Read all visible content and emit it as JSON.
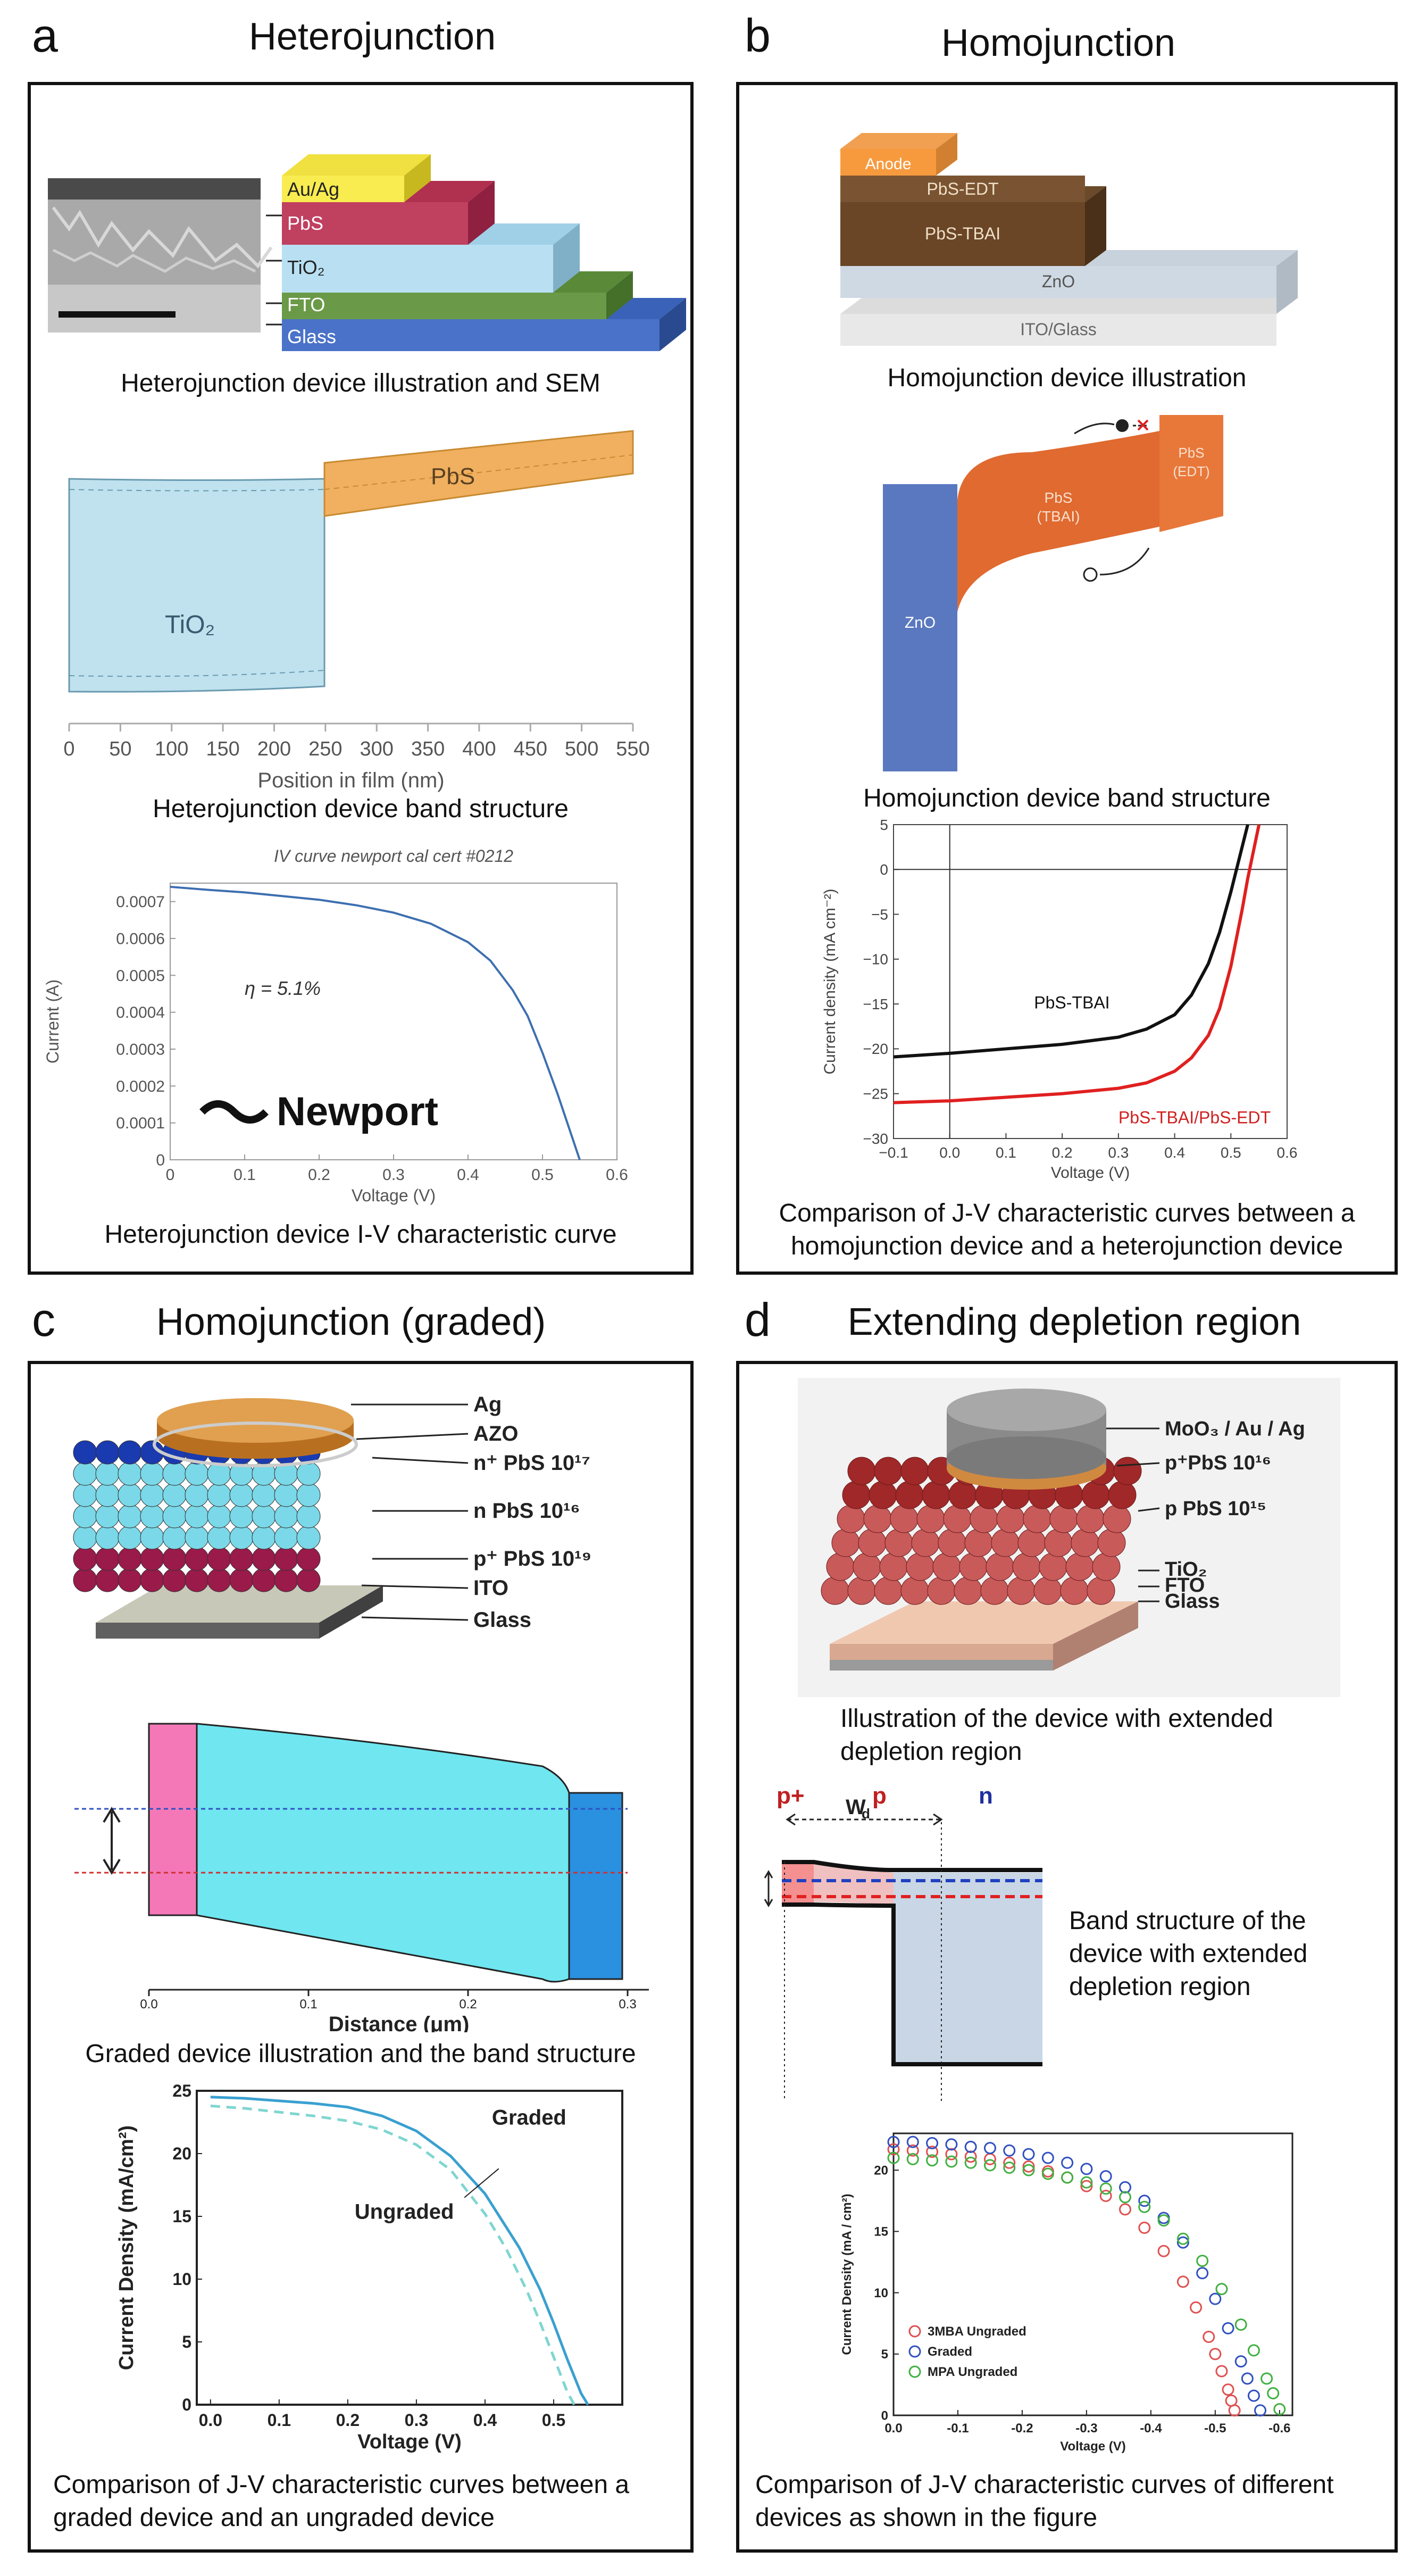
{
  "panels": {
    "a": {
      "letter": "a",
      "title": "Heterojunction",
      "layers": [
        "Au/Ag",
        "PbS",
        "TiO₂",
        "FTO",
        "Glass"
      ],
      "cap1": "Heterojunction device illustration and SEM",
      "band": {
        "pbs": "PbS",
        "tio2": "TiO₂",
        "xlabel": "Position in film (nm)",
        "ticks": [
          "0",
          "50",
          "100",
          "150",
          "200",
          "250",
          "300",
          "350",
          "400",
          "450",
          "500",
          "550"
        ]
      },
      "cap2": "Heterojunction device band structure",
      "iv_title": "IV curve newport cal cert #0212",
      "eta": "η = 5.1%",
      "logo": "Newport",
      "cap3": "Heterojunction device I-V characteristic curve"
    },
    "b": {
      "letter": "b",
      "title": "Homojunction",
      "layers": [
        "Anode",
        "PbS-EDT",
        "PbS-TBAI",
        "ZnO",
        "ITO/Glass"
      ],
      "cap1": "Homojunction device illustration",
      "band": {
        "zno": "ZnO",
        "pbs_tbai_1": "PbS",
        "pbs_tbai_2": "(TBAI)",
        "pbs_edt_1": "PbS",
        "pbs_edt_2": "(EDT)"
      },
      "cap2": "Homojunction device band structure",
      "cap3_1": "Comparison of J-V characteristic curves between a",
      "cap3_2": "homojunction device and a heterojunction device"
    },
    "c": {
      "letter": "c",
      "title": "Homojunction (graded)",
      "layers": [
        "Ag",
        "AZO",
        "n⁺ PbS 10¹⁷",
        "n PbS 10¹⁶",
        "p⁺ PbS 10¹⁹",
        "ITO",
        "Glass"
      ],
      "band": {
        "xlabel": "Distance (μm)",
        "ticks": [
          "0.0",
          "0.1",
          "0.2",
          "0.3"
        ]
      },
      "cap1": "Graded device illustration and the band structure",
      "cap2_1": "Comparison of J-V characteristic curves between a",
      "cap2_2": "graded device and an ungraded device"
    },
    "d": {
      "letter": "d",
      "title": "Extending depletion region",
      "layers": [
        "MoO₃ / Au / Ag",
        "p⁺PbS 10¹⁶",
        "p PbS 10¹⁵",
        "TiO₂",
        "FTO",
        "Glass"
      ],
      "cap1_1": "Illustration of the device with extended",
      "cap1_2": "depletion region",
      "band": {
        "pp": "p+",
        "p": "p",
        "n": "n",
        "wd": "W",
        "wd_sub": "d"
      },
      "cap2_1": "Band structure of the",
      "cap2_2": "device with extended",
      "cap2_3": "depletion region",
      "cap3_1": "Comparison of J-V characteristic curves of different",
      "cap3_2": "devices as shown in the figure"
    }
  },
  "chart_data": [
    {
      "type": "line",
      "panel": "a",
      "title": "IV curve newport cal cert #0212",
      "xlabel": "Voltage (V)",
      "ylabel": "Current (A)",
      "xlim": [
        0,
        0.6
      ],
      "ylim": [
        0,
        0.00075
      ],
      "xticks": [
        0,
        0.1,
        0.2,
        0.3,
        0.4,
        0.5,
        0.6
      ],
      "xtick_labels": [
        "0",
        "0.1",
        "0.2",
        "0.3",
        "0.4",
        "0.5",
        "0.6"
      ],
      "yticks": [
        0,
        0.0001,
        0.0002,
        0.0003,
        0.0004,
        0.0005,
        0.0006,
        0.0007
      ],
      "ytick_labels": [
        "0",
        "0.0001",
        "0.0002",
        "0.0003",
        "0.0004",
        "0.0005",
        "0.0006",
        "0.0007"
      ],
      "series": [
        {
          "color": "#3d6fb0",
          "x": [
            0,
            0.05,
            0.1,
            0.15,
            0.2,
            0.25,
            0.3,
            0.35,
            0.4,
            0.43,
            0.46,
            0.48,
            0.5,
            0.52,
            0.54,
            0.55
          ],
          "y": [
            0.00074,
            0.000732,
            0.000725,
            0.000715,
            0.000705,
            0.00069,
            0.00067,
            0.00064,
            0.00059,
            0.00054,
            0.00046,
            0.00039,
            0.00029,
            0.00018,
            6e-05,
            0
          ]
        }
      ]
    },
    {
      "type": "line",
      "panel": "b",
      "xlabel": "Voltage (V)",
      "ylabel": "Current density (mA cm⁻²)",
      "xlim": [
        -0.1,
        0.6
      ],
      "ylim": [
        -30,
        5
      ],
      "xticks": [
        -0.1,
        0,
        0.1,
        0.2,
        0.3,
        0.4,
        0.5,
        0.6
      ],
      "xtick_labels": [
        "−0.1",
        "0.0",
        "0.1",
        "0.2",
        "0.3",
        "0.4",
        "0.5",
        "0.6"
      ],
      "yticks": [
        5,
        0,
        -5,
        -10,
        -15,
        -20,
        -25,
        -30
      ],
      "ytick_labels": [
        "5",
        "0",
        "−5",
        "−10",
        "−15",
        "−20",
        "−25",
        "−30"
      ],
      "series": [
        {
          "name": "PbS-TBAI",
          "color": "#111111",
          "x": [
            -0.1,
            0,
            0.1,
            0.2,
            0.3,
            0.35,
            0.4,
            0.43,
            0.46,
            0.48,
            0.5,
            0.51,
            0.52,
            0.53
          ],
          "y": [
            -20.9,
            -20.5,
            -20.0,
            -19.5,
            -18.7,
            -17.8,
            -16.2,
            -14.0,
            -10.5,
            -7.0,
            -2.5,
            0.0,
            2.5,
            5.0
          ]
        },
        {
          "name": "PbS-TBAI/PbS-EDT",
          "color": "#e02020",
          "x": [
            -0.1,
            0,
            0.1,
            0.2,
            0.3,
            0.35,
            0.4,
            0.43,
            0.46,
            0.48,
            0.5,
            0.52,
            0.53,
            0.55
          ],
          "y": [
            -26.0,
            -25.8,
            -25.4,
            -25.0,
            -24.4,
            -23.8,
            -22.5,
            -21.0,
            -18.5,
            -15.5,
            -10.8,
            -4.5,
            -1.0,
            5.0
          ]
        }
      ]
    },
    {
      "type": "line",
      "panel": "c",
      "xlabel": "Voltage (V)",
      "ylabel": "Current Density (mA/cm²)",
      "xlim": [
        -0.02,
        0.6
      ],
      "ylim": [
        0,
        25
      ],
      "xticks": [
        0,
        0.1,
        0.2,
        0.3,
        0.4,
        0.5
      ],
      "xtick_labels": [
        "0.0",
        "0.1",
        "0.2",
        "0.3",
        "0.4",
        "0.5"
      ],
      "yticks": [
        0,
        5,
        10,
        15,
        20,
        25
      ],
      "ytick_labels": [
        "0",
        "5",
        "10",
        "15",
        "20",
        "25"
      ],
      "series": [
        {
          "name": "Graded",
          "color": "#3aa0d0",
          "dash": false,
          "x": [
            0,
            0.05,
            0.1,
            0.15,
            0.2,
            0.25,
            0.3,
            0.35,
            0.4,
            0.45,
            0.48,
            0.5,
            0.52,
            0.54,
            0.55
          ],
          "y": [
            24.5,
            24.4,
            24.2,
            24.0,
            23.7,
            23.0,
            21.8,
            19.8,
            16.8,
            12.5,
            9.2,
            6.5,
            3.6,
            0.9,
            0
          ]
        },
        {
          "name": "Ungraded",
          "color": "#7fd6d0",
          "dash": true,
          "x": [
            0,
            0.05,
            0.1,
            0.15,
            0.2,
            0.25,
            0.3,
            0.35,
            0.4,
            0.43,
            0.46,
            0.48,
            0.5,
            0.52,
            0.53
          ],
          "y": [
            23.8,
            23.6,
            23.3,
            23.0,
            22.6,
            21.9,
            20.7,
            18.7,
            15.2,
            12.5,
            9.2,
            6.6,
            3.8,
            1.0,
            0
          ]
        }
      ],
      "annotations": [
        "Graded",
        "Ungraded"
      ]
    },
    {
      "type": "scatter",
      "panel": "d",
      "xlabel": "Voltage (V)",
      "ylabel": "Current Density (mA / cm²)",
      "xlim": [
        0,
        -0.62
      ],
      "ylim": [
        0,
        23
      ],
      "xticks": [
        0,
        -0.1,
        -0.2,
        -0.3,
        -0.4,
        -0.5,
        -0.6
      ],
      "xtick_labels": [
        "0.0",
        "-0.1",
        "-0.2",
        "-0.3",
        "-0.4",
        "-0.5",
        "-0.6"
      ],
      "yticks": [
        0,
        5,
        10,
        15,
        20
      ],
      "ytick_labels": [
        "0",
        "5",
        "10",
        "15",
        "20"
      ],
      "legend_position": "bottom-left",
      "series": [
        {
          "name": "3MBA Ungraded",
          "color": "#e05050",
          "x": [
            0,
            -0.03,
            -0.06,
            -0.09,
            -0.12,
            -0.15,
            -0.18,
            -0.21,
            -0.24,
            -0.27,
            -0.3,
            -0.33,
            -0.36,
            -0.39,
            -0.42,
            -0.45,
            -0.47,
            -0.49,
            -0.5,
            -0.51,
            -0.52,
            -0.525,
            -0.53
          ],
          "y": [
            21.7,
            21.6,
            21.5,
            21.3,
            21.1,
            20.9,
            20.6,
            20.3,
            19.9,
            19.4,
            18.7,
            17.9,
            16.8,
            15.3,
            13.4,
            10.9,
            8.8,
            6.4,
            5.0,
            3.6,
            2.1,
            1.2,
            0.4
          ]
        },
        {
          "name": "Graded",
          "color": "#3050c0",
          "x": [
            0,
            -0.03,
            -0.06,
            -0.09,
            -0.12,
            -0.15,
            -0.18,
            -0.21,
            -0.24,
            -0.27,
            -0.3,
            -0.33,
            -0.36,
            -0.39,
            -0.42,
            -0.45,
            -0.48,
            -0.5,
            -0.52,
            -0.54,
            -0.55,
            -0.56,
            -0.57
          ],
          "y": [
            22.3,
            22.3,
            22.2,
            22.1,
            21.9,
            21.8,
            21.6,
            21.3,
            21.0,
            20.6,
            20.1,
            19.5,
            18.6,
            17.5,
            16.1,
            14.1,
            11.6,
            9.5,
            7.1,
            4.4,
            3.0,
            1.6,
            0.4
          ]
        },
        {
          "name": "MPA Ungraded",
          "color": "#40b040",
          "x": [
            0,
            -0.03,
            -0.06,
            -0.09,
            -0.12,
            -0.15,
            -0.18,
            -0.21,
            -0.24,
            -0.27,
            -0.3,
            -0.33,
            -0.36,
            -0.39,
            -0.42,
            -0.45,
            -0.48,
            -0.51,
            -0.54,
            -0.56,
            -0.58,
            -0.59,
            -0.6
          ],
          "y": [
            21.0,
            20.9,
            20.8,
            20.7,
            20.6,
            20.4,
            20.2,
            20.0,
            19.7,
            19.4,
            19.0,
            18.5,
            17.8,
            17.0,
            15.9,
            14.4,
            12.6,
            10.3,
            7.4,
            5.3,
            3.0,
            1.8,
            0.5
          ]
        }
      ]
    }
  ]
}
